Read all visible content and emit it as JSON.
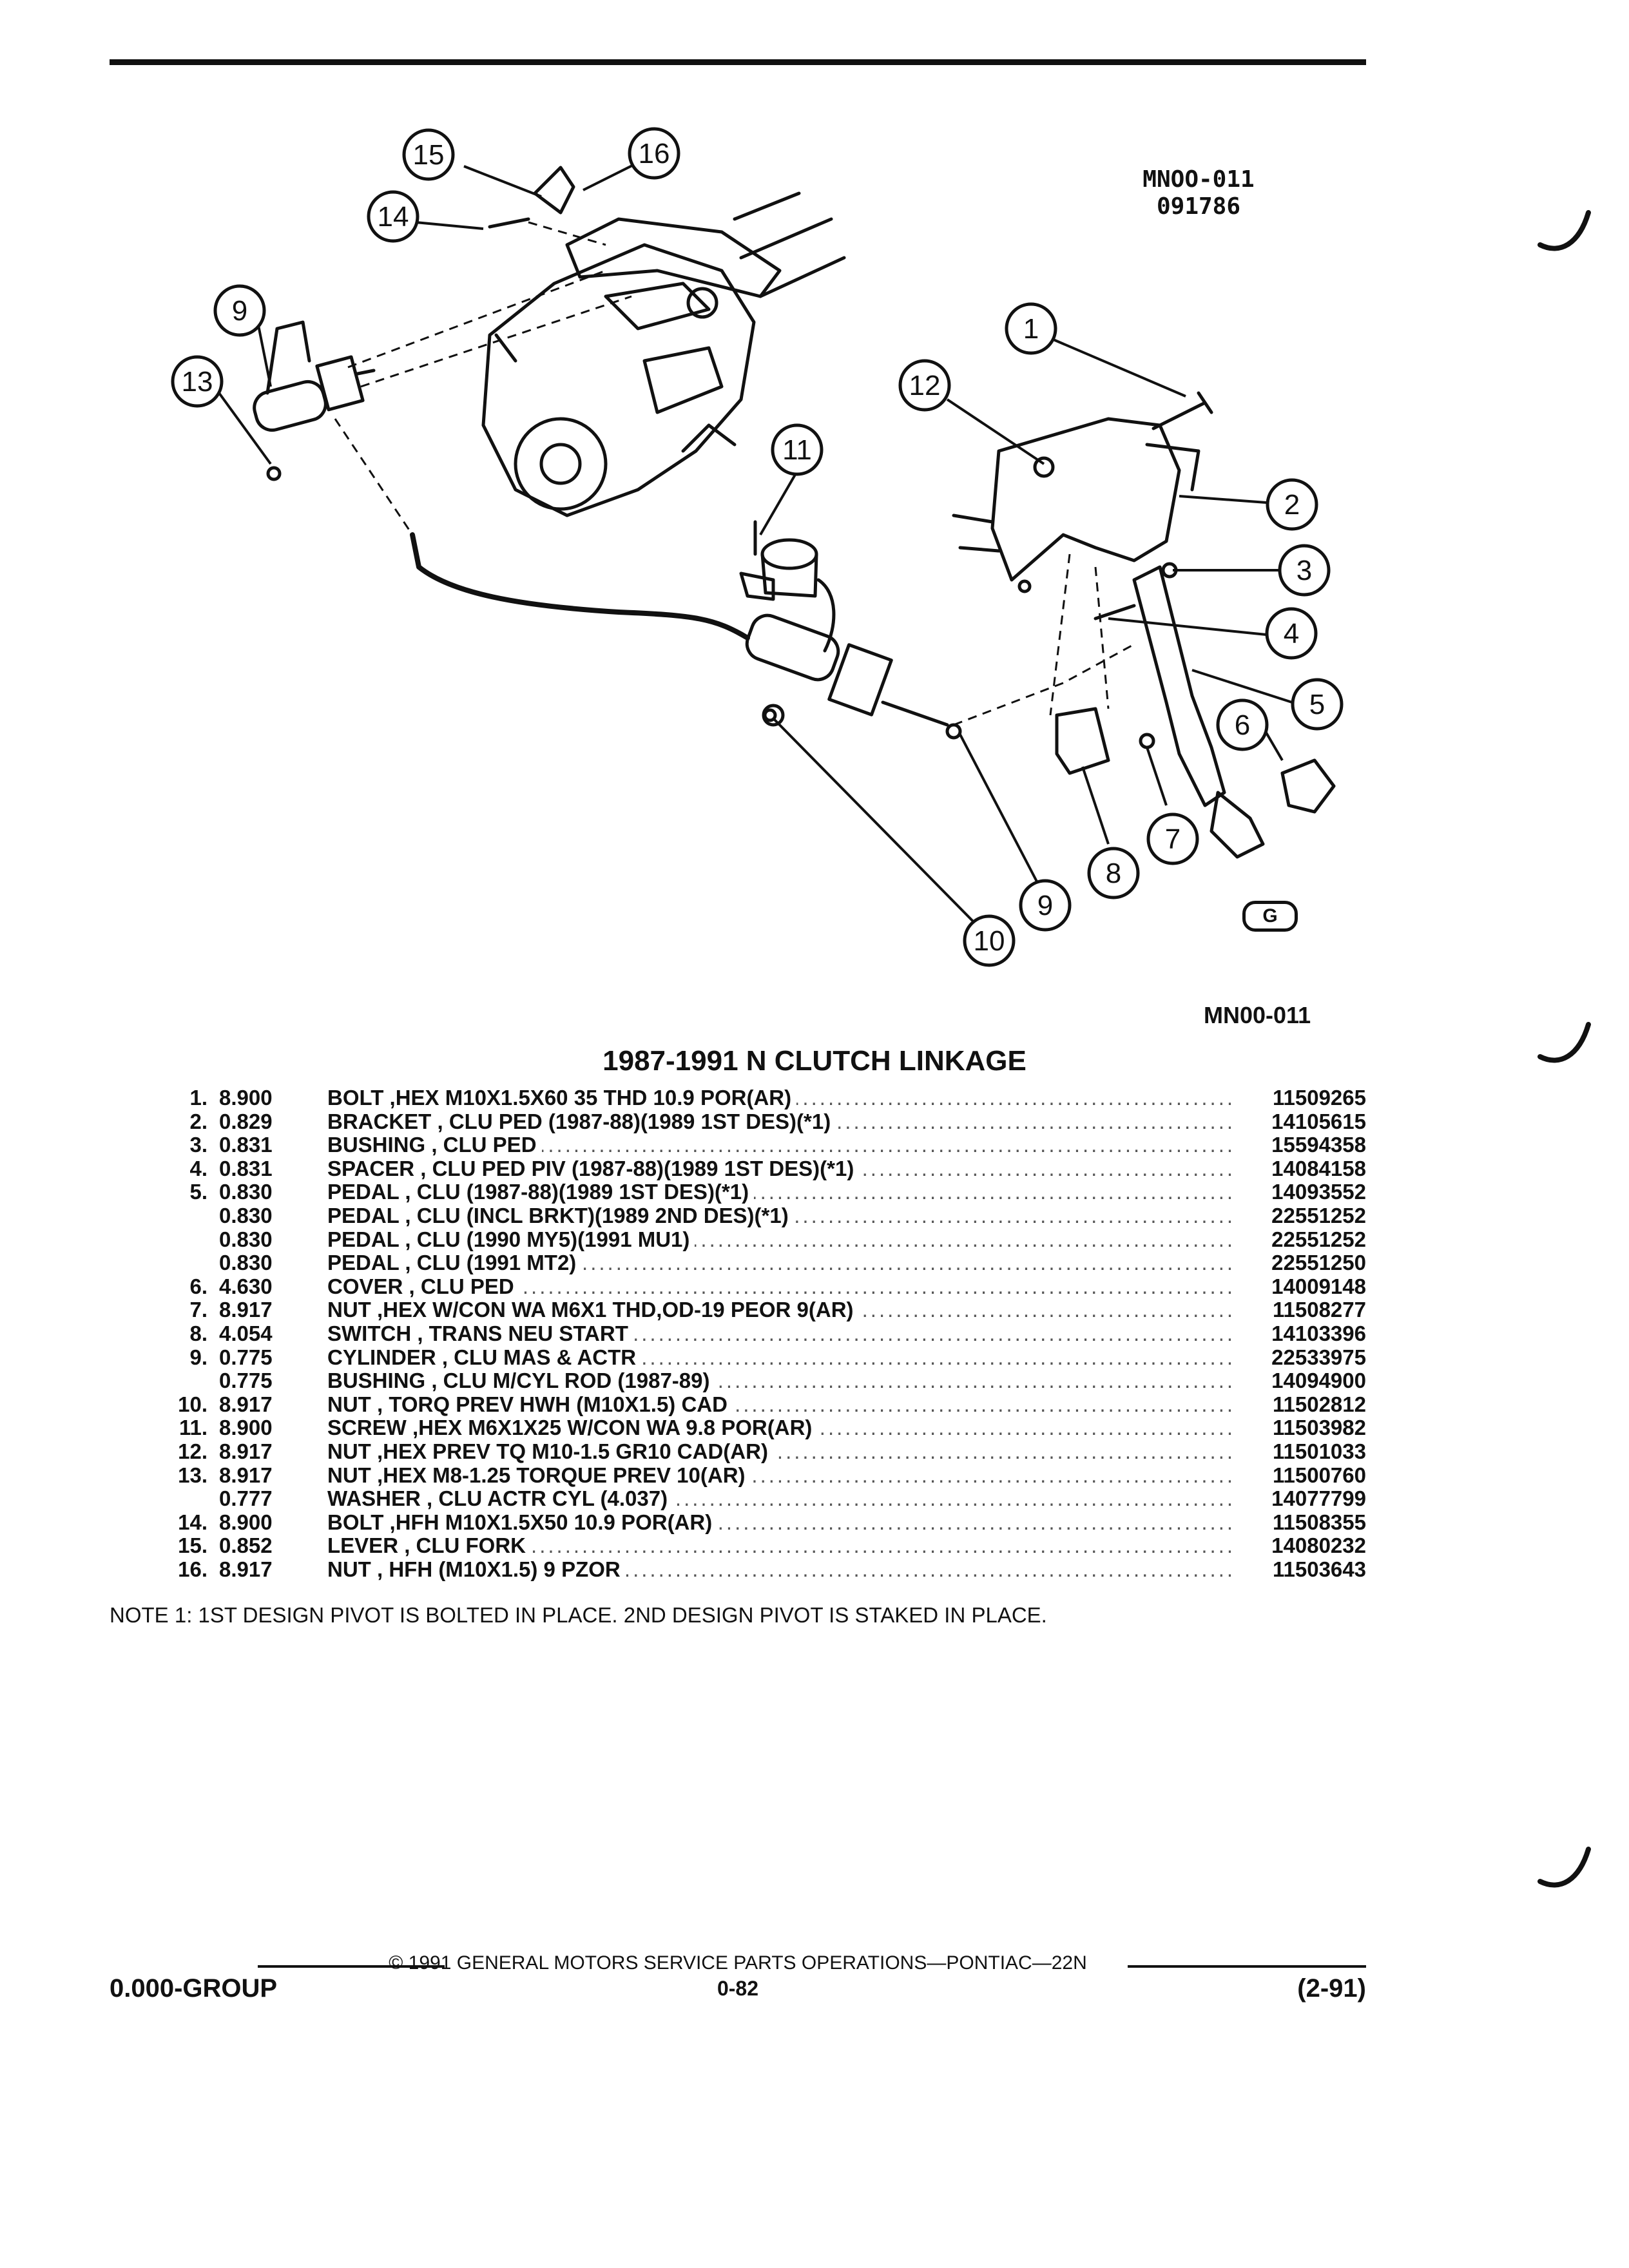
{
  "figure": {
    "code_line1": "MNOO-011",
    "code_line2": "091786",
    "brand": "G",
    "callouts": [
      "15",
      "16",
      "14",
      "9",
      "13",
      "1",
      "12",
      "11",
      "2",
      "3",
      "4",
      "5",
      "6",
      "7",
      "8",
      "9",
      "10"
    ],
    "bottom_code": "MN00-011"
  },
  "title": "1987-1991 N CLUTCH LINKAGE",
  "parts": [
    {
      "num": "1.",
      "code": "8.900",
      "desc": "BOLT ,HEX M10X1.5X60 35 THD 10.9 POR(AR)",
      "pn": "11509265"
    },
    {
      "num": "2.",
      "code": "0.829",
      "desc": "BRACKET , CLU PED (1987-88)(1989 1ST DES)(*1)",
      "pn": "14105615"
    },
    {
      "num": "3.",
      "code": "0.831",
      "desc": "BUSHING , CLU PED",
      "pn": "15594358"
    },
    {
      "num": "4.",
      "code": "0.831",
      "desc": "SPACER , CLU PED PIV (1987-88)(1989 1ST DES)(*1)",
      "pn": "14084158"
    },
    {
      "num": "5.",
      "code": "0.830",
      "desc": "PEDAL , CLU (1987-88)(1989 1ST DES)(*1)",
      "pn": "14093552"
    },
    {
      "num": "",
      "code": "0.830",
      "desc": "PEDAL , CLU (INCL BRKT)(1989 2ND DES)(*1)",
      "pn": "22551252"
    },
    {
      "num": "",
      "code": "0.830",
      "desc": "PEDAL , CLU (1990 MY5)(1991 MU1)",
      "pn": "22551252"
    },
    {
      "num": "",
      "code": "0.830",
      "desc": "PEDAL , CLU (1991 MT2)",
      "pn": "22551250"
    },
    {
      "num": "6.",
      "code": "4.630",
      "desc": "COVER , CLU PED",
      "pn": "14009148"
    },
    {
      "num": "7.",
      "code": "8.917",
      "desc": "NUT ,HEX W/CON WA M6X1 THD,OD-19 PEOR 9(AR)",
      "pn": "11508277"
    },
    {
      "num": "8.",
      "code": "4.054",
      "desc": "SWITCH , TRANS NEU START",
      "pn": "14103396"
    },
    {
      "num": "9.",
      "code": "0.775",
      "desc": "CYLINDER , CLU MAS & ACTR",
      "pn": "22533975"
    },
    {
      "num": "",
      "code": "0.775",
      "desc": "BUSHING , CLU M/CYL ROD (1987-89)",
      "pn": "14094900"
    },
    {
      "num": "10.",
      "code": "8.917",
      "desc": "NUT , TORQ PREV HWH (M10X1.5) CAD",
      "pn": "11502812"
    },
    {
      "num": "11.",
      "code": "8.900",
      "desc": "SCREW ,HEX M6X1X25 W/CON WA 9.8 POR(AR)",
      "pn": "11503982"
    },
    {
      "num": "12.",
      "code": "8.917",
      "desc": "NUT ,HEX PREV TQ M10-1.5 GR10 CAD(AR)",
      "pn": "11501033"
    },
    {
      "num": "13.",
      "code": "8.917",
      "desc": "NUT ,HEX M8-1.25 TORQUE PREV 10(AR)",
      "pn": "11500760"
    },
    {
      "num": "",
      "code": "0.777",
      "desc": "WASHER , CLU ACTR CYL (4.037)",
      "pn": "14077799"
    },
    {
      "num": "14.",
      "code": "8.900",
      "desc": "BOLT ,HFH M10X1.5X50 10.9 POR(AR)",
      "pn": "11508355"
    },
    {
      "num": "15.",
      "code": "0.852",
      "desc": "LEVER , CLU FORK",
      "pn": "14080232"
    },
    {
      "num": "16.",
      "code": "8.917",
      "desc": "NUT , HFH (M10X1.5) 9 PZOR",
      "pn": "11503643"
    }
  ],
  "note": "NOTE  1:  1ST DESIGN PIVOT IS BOLTED IN PLACE. 2ND DESIGN PIVOT IS STAKED IN PLACE.",
  "footer": {
    "copyright": "© 1991  GENERAL MOTORS SERVICE PARTS OPERATIONS—PONTIAC—22N",
    "group": "0.000-GROUP",
    "page": "0-82",
    "revision": "(2-91)"
  }
}
